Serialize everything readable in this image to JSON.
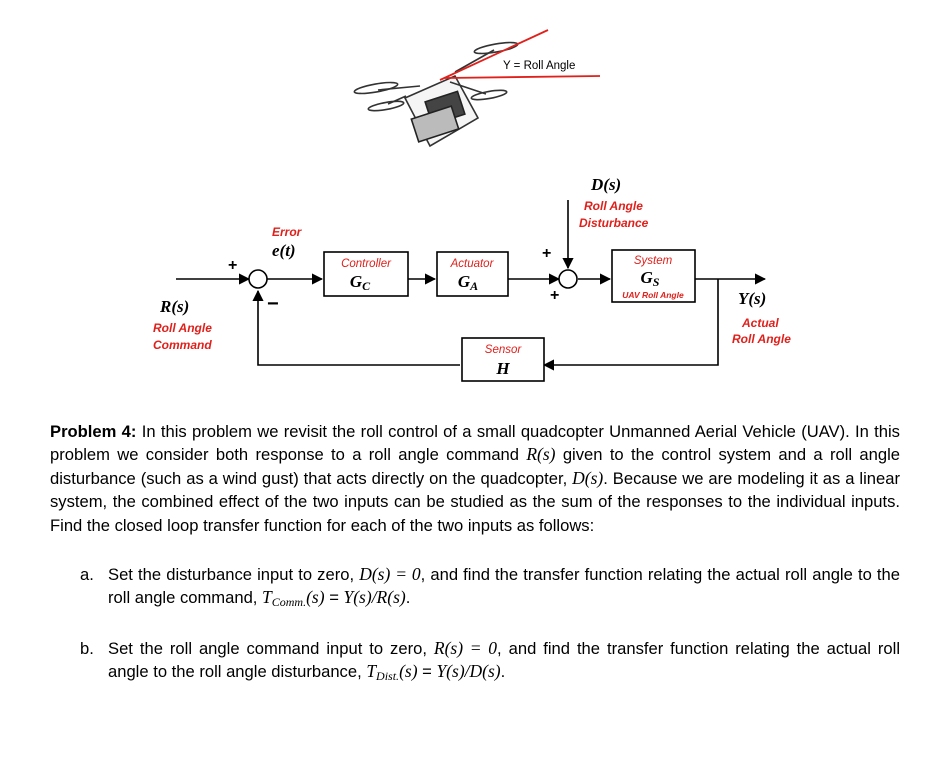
{
  "diagram": {
    "roll_angle_label": "Y = Roll Angle",
    "disturbance": {
      "symbol": "D(s)",
      "line1": "Roll Angle",
      "line2": "Disturbance"
    },
    "error": {
      "label": "Error",
      "symbol": "e(t)"
    },
    "input": {
      "symbol": "R(s)",
      "line1": "Roll Angle",
      "line2": "Command"
    },
    "output": {
      "symbol": "Y(s)",
      "line1": "Actual",
      "line2": "Roll Angle"
    },
    "controller": {
      "title": "Controller",
      "symbol": "G",
      "sub": "C"
    },
    "actuator": {
      "title": "Actuator",
      "symbol": "G",
      "sub": "A"
    },
    "system": {
      "title": "System",
      "symbol": "G",
      "sub": "S",
      "note": "UAV Roll Angle"
    },
    "sensor": {
      "title": "Sensor",
      "symbol": "H"
    },
    "signs": {
      "sum1_top": "+",
      "sum1_bottom": "−",
      "sum2_top": "+",
      "sum2_bottom": "+"
    },
    "colors": {
      "accent": "#e0201b",
      "line": "#000000"
    }
  },
  "problem": {
    "heading": "Problem 4:",
    "body": "In this problem we revisit the roll control of a small quadcopter Unmanned Aerial Vehicle (UAV).  In this problem we consider both response to a roll angle command R(s) given to the control system and a roll angle disturbance (such as a wind gust) that acts directly on the quadcopter, D(s).  Because we are modeling it as a linear system, the combined effect of the two inputs can be studied as the sum of the responses to the individual inputs.  Find the closed loop transfer function for each of the two inputs as follows:",
    "parts": [
      {
        "marker": "a.",
        "text": "Set the disturbance input to zero, D(s) = 0, and find the transfer function relating the actual roll angle to the roll angle command, T_Comm.(s) = Y(s)/R(s)."
      },
      {
        "marker": "b.",
        "text": "Set the roll angle command input to zero, R(s) = 0, and find the transfer function relating the actual roll angle to the roll angle disturbance, T_Dist.(s) = Y(s)/D(s)."
      }
    ]
  }
}
